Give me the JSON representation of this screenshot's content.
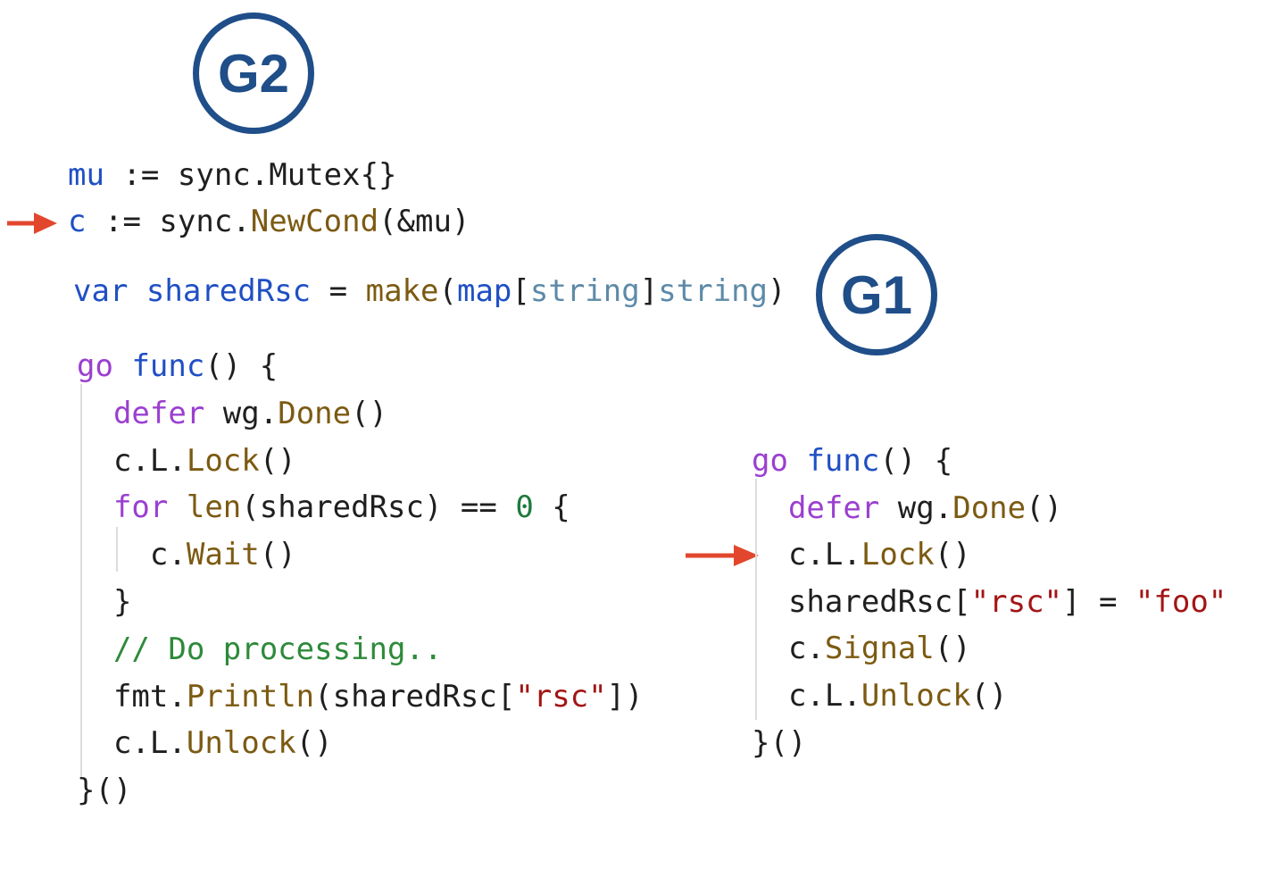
{
  "badges": {
    "g2": "G2",
    "g1": "G1"
  },
  "decl": {
    "mu_name": "mu",
    "mu_op": ":=",
    "mu_pkg": "sync.",
    "mu_type": "Mutex{}",
    "c_name": "c",
    "c_op": ":=",
    "c_pkg": "sync.",
    "c_fn": "NewCond",
    "c_args": "(&mu)",
    "var_kw": "var",
    "var_name": "sharedRsc",
    "var_eq": "=",
    "make_fn": "make",
    "paren_open": "(",
    "map_kw": "map",
    "bracket_open": "[",
    "string1": "string",
    "bracket_close": "]",
    "string2": "string",
    "paren_close": ")"
  },
  "g2_code": {
    "go": "go",
    "func": "func",
    "func_tail": "() {",
    "defer": "defer",
    "wg": "wg.",
    "done": "Done",
    "done_tail": "()",
    "lock_pre": "c.L.",
    "lock": "Lock",
    "lock_tail": "()",
    "for": "for",
    "len": "len",
    "len_args": "(sharedRsc) == ",
    "zero": "0",
    "brace": "{",
    "wait_pre": "c.",
    "wait": "Wait",
    "wait_tail": "()",
    "close_brace": "}",
    "comment": "// Do processing..",
    "fmt": "fmt.",
    "println": "Println",
    "println_a": "(sharedRsc[",
    "rsc": "\"rsc\"",
    "println_b": "])",
    "unlock_pre": "c.L.",
    "unlock": "Unlock",
    "unlock_tail": "()",
    "end": "}()"
  },
  "g1_code": {
    "go": "go",
    "func": "func",
    "func_tail": "() {",
    "defer": "defer",
    "wg": "wg.",
    "done": "Done",
    "done_tail": "()",
    "lock_pre": "c.L.",
    "lock": "Lock",
    "lock_tail": "()",
    "assign_a": "sharedRsc[",
    "rsc": "\"rsc\"",
    "assign_b": "] = ",
    "foo": "\"foo\"",
    "signal_pre": "c.",
    "signal": "Signal",
    "signal_tail": "()",
    "unlock_pre": "c.L.",
    "unlock": "Unlock",
    "unlock_tail": "()",
    "end": "}()"
  },
  "colors": {
    "badge": "#1f4e89",
    "arrow": "#e2472d"
  }
}
